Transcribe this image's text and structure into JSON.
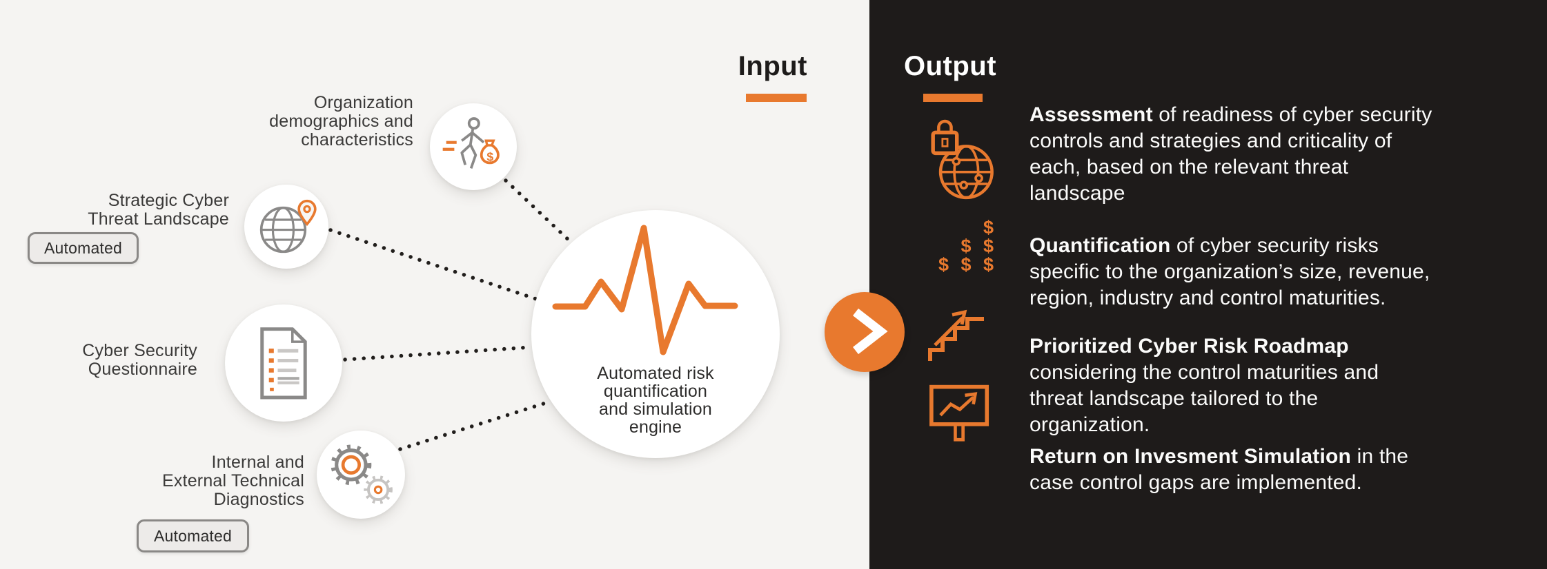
{
  "colors": {
    "accent_orange": "#E8792E",
    "panel_light": "#F5F4F2",
    "panel_dark": "#1E1B1A",
    "text_dark": "#3B3A39",
    "text_light": "#FBFBFA",
    "icon_gray": "#8A8988",
    "badge_bg": "#EDEBE9",
    "badge_border": "#8A8886"
  },
  "input": {
    "title": "Input",
    "items": [
      {
        "icon": "running-person-money-icon",
        "lines": [
          "Organization",
          "demographics and",
          "characteristics"
        ]
      },
      {
        "icon": "globe-location-icon",
        "lines": [
          "Strategic Cyber",
          "Threat Landscape"
        ],
        "badge": "Automated"
      },
      {
        "icon": "questionnaire-document-icon",
        "lines": [
          "Cyber Security",
          "Questionnaire"
        ]
      },
      {
        "icon": "gears-icon",
        "lines": [
          "Internal and",
          "External Technical",
          "Diagnostics"
        ],
        "badge": "Automated"
      }
    ],
    "engine": {
      "icon": "pulse-waveform-icon",
      "lines": [
        "Automated risk",
        "quantification",
        "and simulation",
        "engine"
      ]
    }
  },
  "arrow": {
    "icon": "chevron-right-icon"
  },
  "output": {
    "title": "Output",
    "items": [
      {
        "icon": "secure-globe-icon",
        "bold": "Assessment",
        "line1_rest": " of readiness of cyber security",
        "lines": [
          "controls and strategies and criticality of",
          "each, based on the relevant threat",
          "landscape"
        ]
      },
      {
        "icon": "dollar-pyramid-icon",
        "dollar_rows": [
          "$",
          "$ $",
          "$ $ $"
        ],
        "bold": "Quantification",
        "line1_rest": " of cyber security risks",
        "lines": [
          "specific to the organization’s size, revenue,",
          "region, industry and control maturities."
        ]
      },
      {
        "icon": "ascending-stairs-icon",
        "bold": "Prioritized Cyber Risk Roadmap",
        "line1_rest": "",
        "lines": [
          "considering the control maturities and",
          "threat landscape tailored to the",
          "organization."
        ]
      },
      {
        "icon": "roi-signboard-icon",
        "bold": "Return on Invesment Simulation",
        "line1_rest": " in the",
        "lines": [
          "case control gaps are implemented."
        ]
      }
    ]
  }
}
